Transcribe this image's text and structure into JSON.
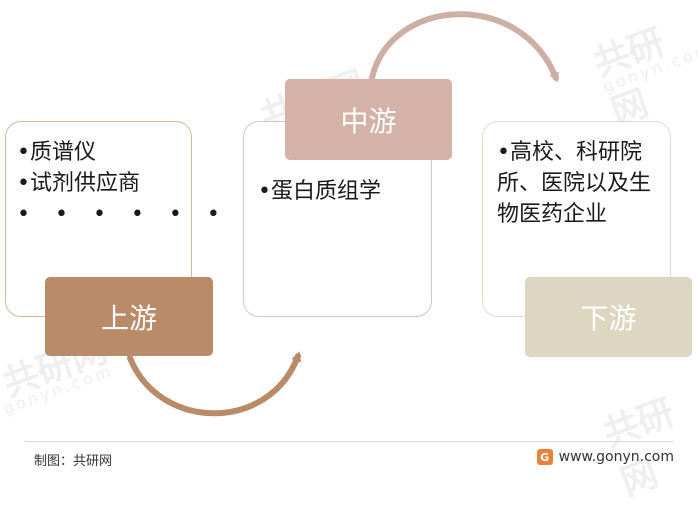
{
  "upstream": {
    "label": "上游",
    "items": [
      "•质谱仪",
      "•试剂供应商",
      "• • • • • •"
    ]
  },
  "midstream": {
    "label": "中游",
    "items": [
      "•蛋白质组学"
    ]
  },
  "downstream": {
    "label": "下游",
    "items": [
      "•高校、科研院所、医院以及生物医药企业"
    ]
  },
  "footer": {
    "source": "制图：共研网",
    "website": "www.gonyn.com",
    "logo_char": "G"
  },
  "watermark": {
    "brand": "共研网",
    "domain": "gonyn.com"
  },
  "colors": {
    "upstream": "#b98b69",
    "midstream": "#d4b2a7",
    "downstream": "#ddd7c1",
    "arrow": "#cdb0a5",
    "arrow_lower": "#b98b69"
  }
}
